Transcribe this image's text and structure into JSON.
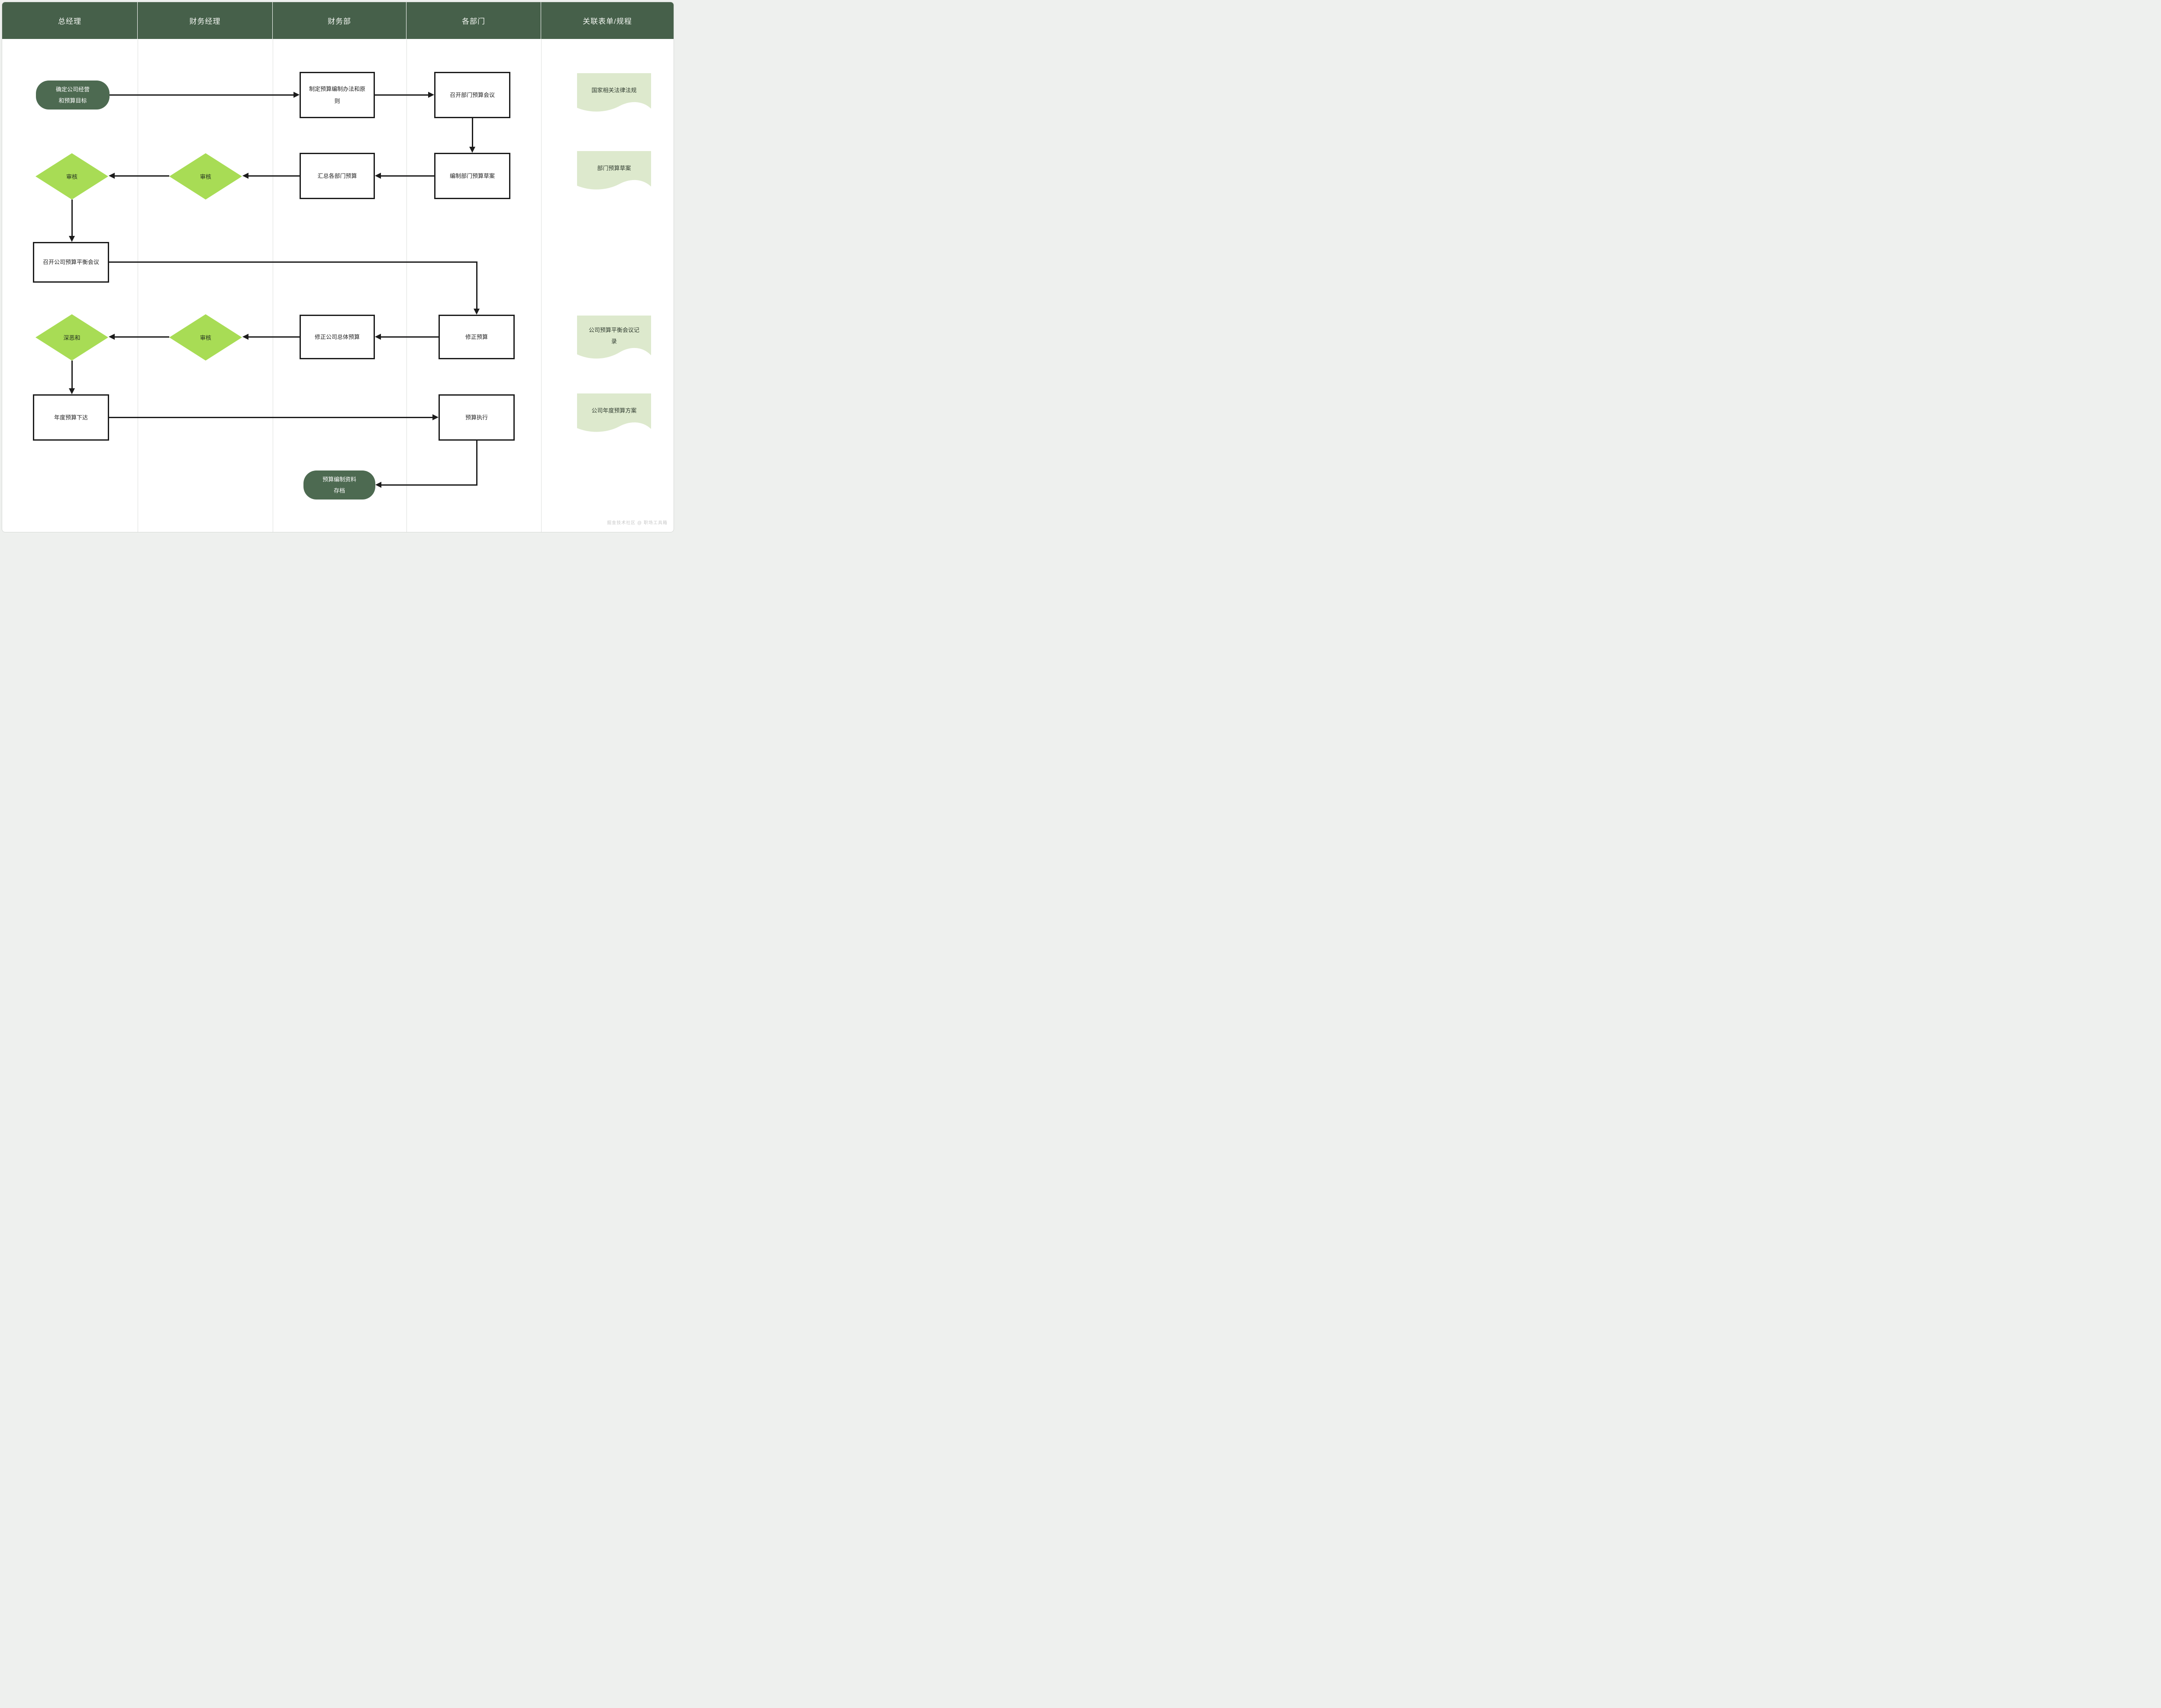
{
  "lanes": [
    {
      "label": "总经理"
    },
    {
      "label": "财务经理"
    },
    {
      "label": "财务部"
    },
    {
      "label": "各部门"
    },
    {
      "label": "关联表单/规程"
    }
  ],
  "nodes": {
    "start": {
      "type": "terminator",
      "label": "确定公司经营和预算目标"
    },
    "make_method": {
      "type": "process",
      "label": "制定预算编制办法和原则"
    },
    "dept_meeting": {
      "type": "process",
      "label": "召开部门预算会议"
    },
    "review1": {
      "type": "decision",
      "label": "审核"
    },
    "review2": {
      "type": "decision",
      "label": "审核"
    },
    "summarize": {
      "type": "process",
      "label": "汇总各部门预算"
    },
    "draft": {
      "type": "process",
      "label": "编制部门预算草案"
    },
    "balance_meeting": {
      "type": "process",
      "label": "召开公司预算平衡会议"
    },
    "shen_e_he": {
      "type": "decision",
      "label": "深恶和"
    },
    "review3": {
      "type": "decision",
      "label": "审核"
    },
    "revise_total": {
      "type": "process",
      "label": "修正公司总体预算"
    },
    "revise": {
      "type": "process",
      "label": "修正预算"
    },
    "issue": {
      "type": "process",
      "label": "年度预算下达"
    },
    "execute": {
      "type": "process",
      "label": "预算执行"
    },
    "archive": {
      "type": "terminator",
      "label": "预算编制资料存档"
    }
  },
  "documents": [
    {
      "label": "国家相关法律法规"
    },
    {
      "label": "部门预算草案"
    },
    {
      "label": "公司预算平衡会议记录"
    },
    {
      "label": "公司年度预算方案"
    }
  ],
  "watermark": "掘金技术社区 @ 职场工具箱",
  "colors": {
    "header_bg": "#46604a",
    "terminator_bg": "#4d6a51",
    "decision_bg": "#a8dc55",
    "document_bg": "#dde9cd",
    "edge": "#1c1c1c",
    "canvas_bg": "#ffffff",
    "page_bg": "#eef0ee"
  }
}
